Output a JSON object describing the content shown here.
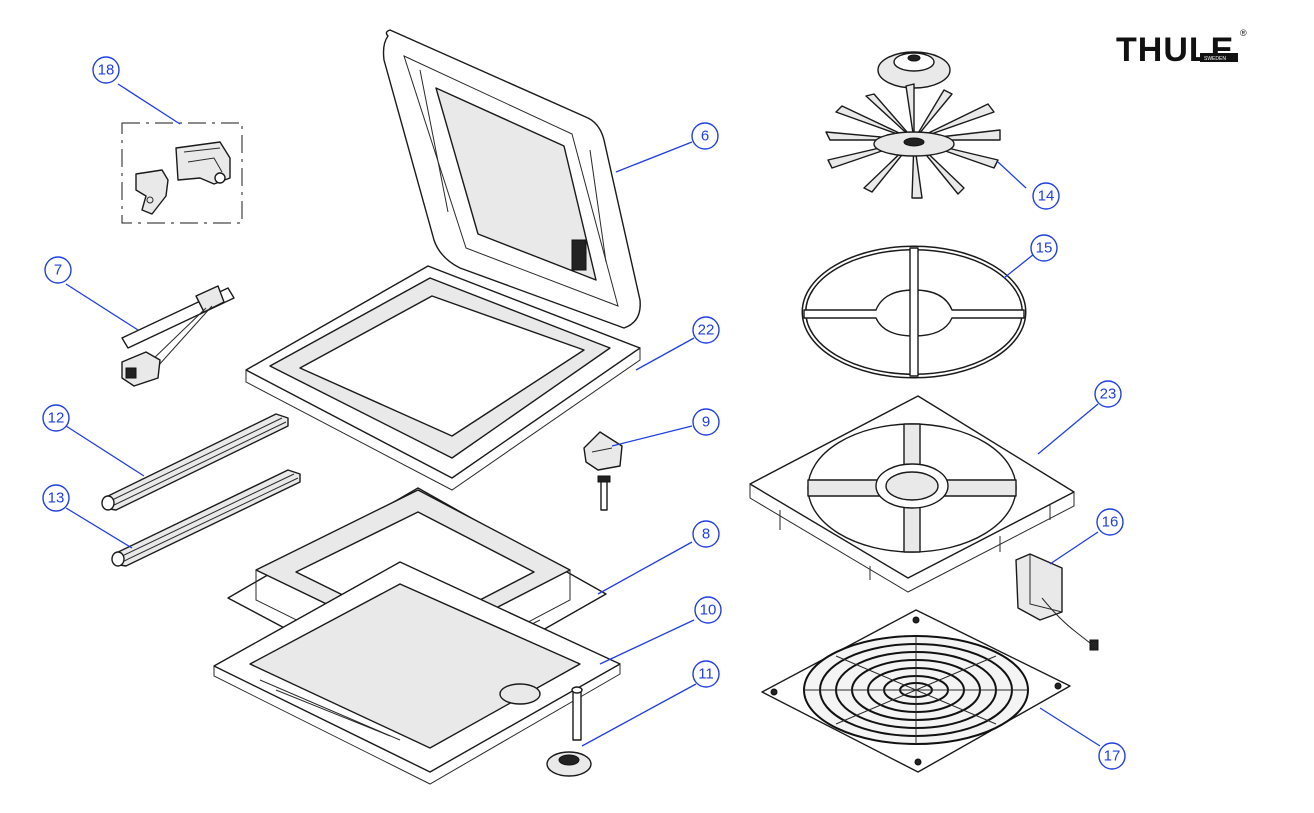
{
  "brand": {
    "logo_text": "THULE",
    "logo_sub": "SWEDEN",
    "registered": "®"
  },
  "callouts": {
    "c6": "6",
    "c7": "7",
    "c8": "8",
    "c9": "9",
    "c10": "10",
    "c11": "11",
    "c12": "12",
    "c13": "13",
    "c14": "14",
    "c15": "15",
    "c16": "16",
    "c17": "17",
    "c18": "18",
    "c22": "22",
    "c23": "23"
  },
  "colors": {
    "callout": "#1f3fe0",
    "line_art": "#1a1a1a"
  }
}
